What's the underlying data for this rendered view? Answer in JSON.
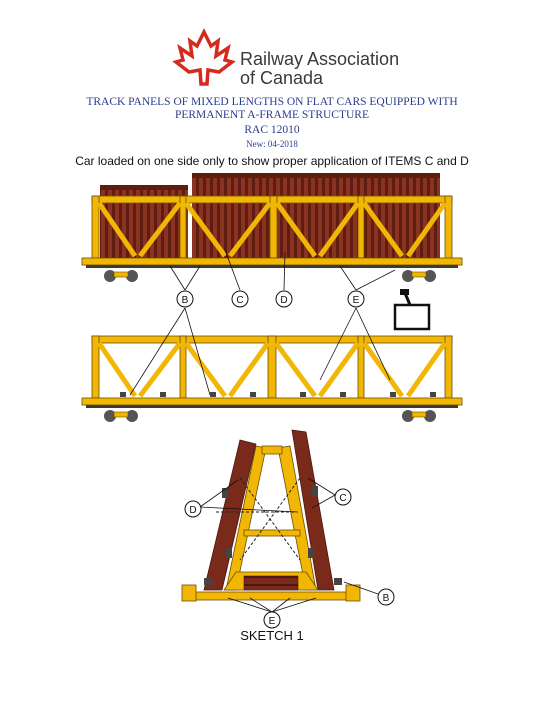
{
  "header": {
    "org_name_line1": "Railway Association",
    "org_name_line2": "of Canada",
    "logo_icon": "maple-leaf-logo",
    "title_line1": "TRACK PANELS OF MIXED LENGTHS ON FLAT CARS EQUIPPED WITH",
    "title_line2": "PERMANENT A-FRAME STRUCTURE",
    "document_code": "RAC 12010",
    "revision": "New: 04-2018"
  },
  "caption": "Car loaded on one side only to show proper application of ITEMS C and D",
  "callouts": {
    "b": "B",
    "c": "C",
    "d": "D",
    "e": "E"
  },
  "sketch_label": "SKETCH 1",
  "colors": {
    "frame_yellow": "#f2b705",
    "frame_outline": "#6b4e00",
    "panel_brown": "#7a2a1a",
    "logo_red": "#d52b1e",
    "title_blue": "#2a3d8f"
  }
}
